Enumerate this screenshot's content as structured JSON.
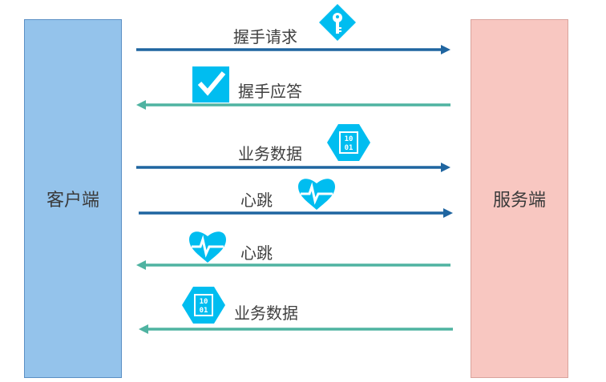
{
  "nodes": {
    "client": "客户端",
    "server": "服务端"
  },
  "messages": [
    {
      "label": "握手请求",
      "direction": "client-to-server",
      "icon": "key-icon"
    },
    {
      "label": "握手应答",
      "direction": "server-to-client",
      "icon": "checkbox-icon"
    },
    {
      "label": "业务数据",
      "direction": "client-to-server",
      "icon": "binary-data-icon"
    },
    {
      "label": "心跳",
      "direction": "client-to-server",
      "icon": "heartbeat-icon"
    },
    {
      "label": "心跳",
      "direction": "server-to-client",
      "icon": "heartbeat-icon"
    },
    {
      "label": "业务数据",
      "direction": "server-to-client",
      "icon": "binary-data-icon"
    }
  ],
  "colors": {
    "request": "#1f65a0",
    "response": "#4fb3a1",
    "icon": "#00bdf0"
  }
}
